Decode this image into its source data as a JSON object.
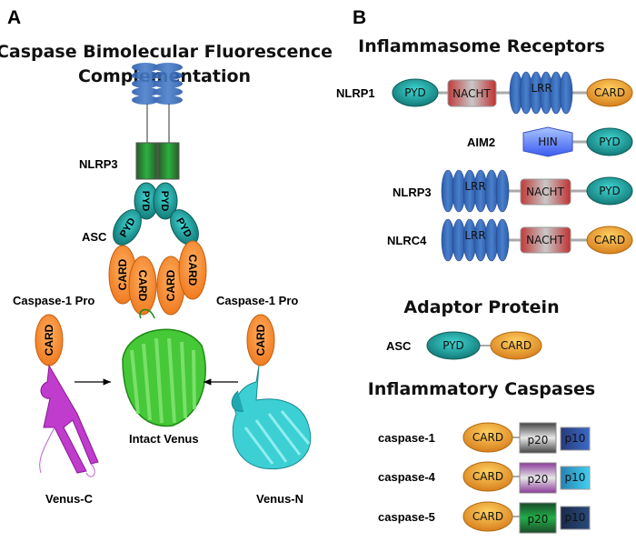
{
  "panel_a": {
    "letter": "A",
    "title_line1": "Caspase Bimolecular Fluorescence",
    "title_line2": "Complementation",
    "labels": {
      "nlrp3": "NLRP3",
      "asc": "ASC",
      "caspase_pro_left": "Caspase-1 Pro",
      "caspase_pro_right": "Caspase-1 Pro",
      "intact_venus": "Intact Venus",
      "venus_c": "Venus-C",
      "venus_n": "Venus-N"
    },
    "domains": {
      "pyd": "PYD",
      "card": "CARD"
    }
  },
  "panel_b": {
    "letter": "B",
    "receptors_title": "Inflammasome Receptors",
    "receptors": [
      {
        "name": "NLRP1",
        "domains": [
          "PYD",
          "NACHT",
          "LRR",
          "CARD"
        ]
      },
      {
        "name": "AIM2",
        "domains": [
          "HIN",
          "PYD"
        ]
      },
      {
        "name": "NLRP3",
        "domains": [
          "LRR",
          "NACHT",
          "PYD"
        ]
      },
      {
        "name": "NLRC4",
        "domains": [
          "LRR",
          "NACHT",
          "CARD"
        ]
      }
    ],
    "adaptor_title": "Adaptor Protein",
    "adaptor": {
      "name": "ASC",
      "domains": [
        "PYD",
        "CARD"
      ]
    },
    "caspases_title": "Inflammatory Caspases",
    "caspases": [
      {
        "name": "caspase-1",
        "domains": [
          "CARD",
          "p20",
          "p10"
        ]
      },
      {
        "name": "caspase-4",
        "domains": [
          "CARD",
          "p20",
          "p10"
        ]
      },
      {
        "name": "caspase-5",
        "domains": [
          "CARD",
          "p20",
          "p10"
        ]
      }
    ]
  },
  "colors": {
    "pyd": "#1fa9a6",
    "card": "#f0a030",
    "lrr": "#3a6fc0",
    "nacht_red": "#c0393b",
    "hin": "#5a7ff0",
    "nacht_green": "#2a9a3a",
    "venus_intact": "#3bbf2a",
    "venus_c": "#b52fbf",
    "venus_n": "#2cc4c8"
  }
}
